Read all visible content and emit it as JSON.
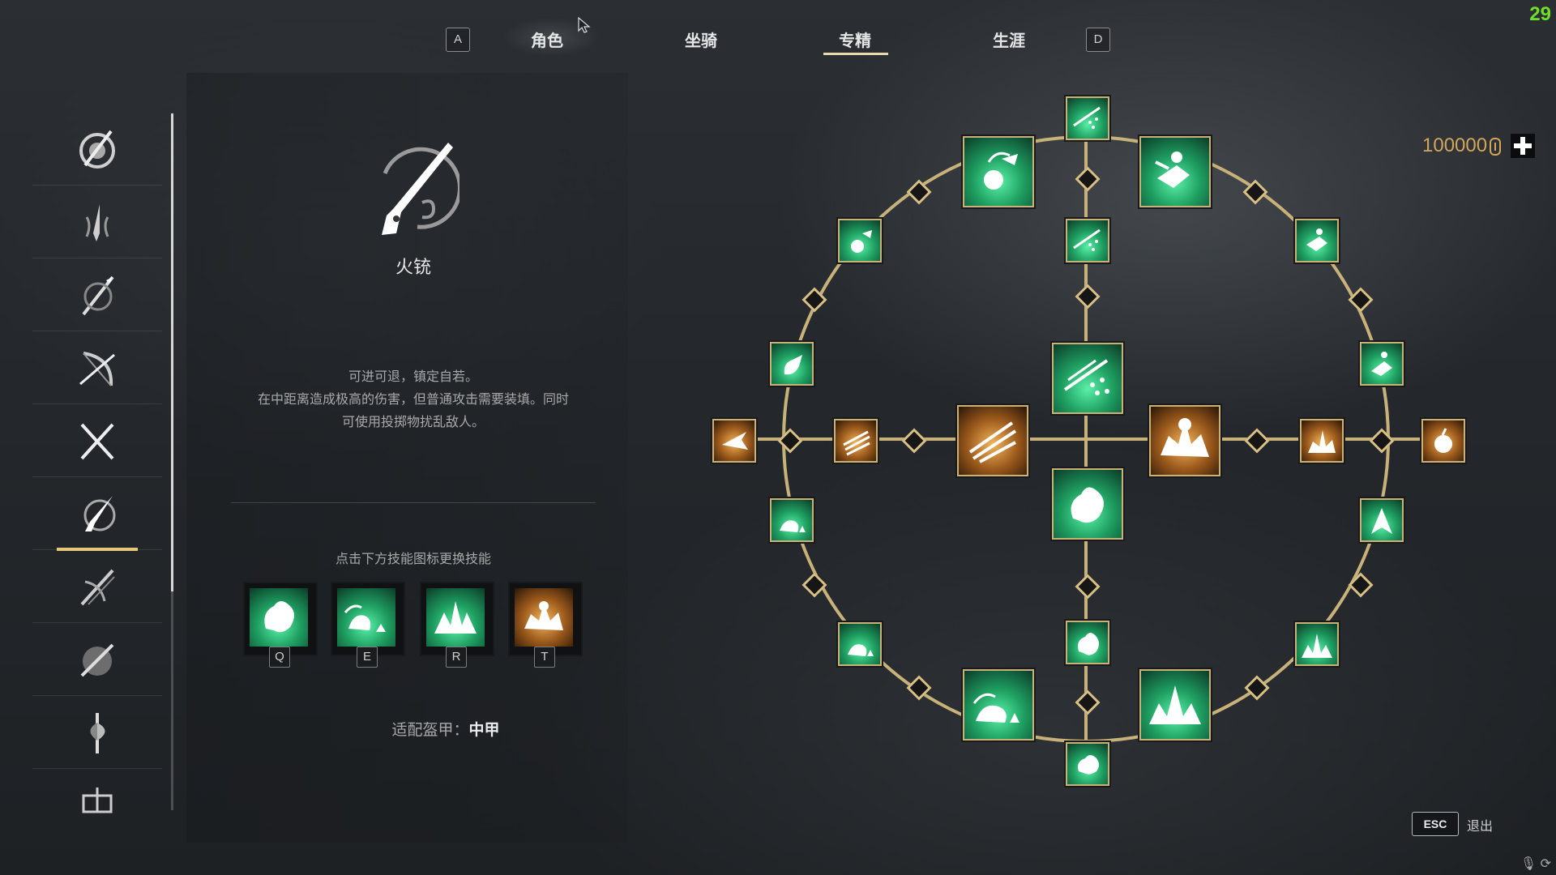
{
  "nav": {
    "key_left": "A",
    "key_right": "D",
    "tabs": [
      {
        "label": "角色"
      },
      {
        "label": "坐骑"
      },
      {
        "label": "专精"
      },
      {
        "label": "生涯"
      }
    ],
    "active_tab": "专精"
  },
  "fps": "29",
  "sidebar": {
    "weapons": [
      {
        "icon": "shield-spear-icon"
      },
      {
        "icon": "dual-dagger-icon"
      },
      {
        "icon": "spear-icon"
      },
      {
        "icon": "bow-icon"
      },
      {
        "icon": "crossed-swords-icon"
      },
      {
        "icon": "musket-icon",
        "active": true
      },
      {
        "icon": "crossbow-icon"
      },
      {
        "icon": "blade-shield-icon"
      },
      {
        "icon": "halberd-icon"
      },
      {
        "icon": "hammer-icon"
      }
    ]
  },
  "weapon": {
    "name": "火铳",
    "description": [
      "可进可退，镇定自若。",
      "在中距离造成极高的伤害，但普通攻击需要装填。同时",
      "可使用投掷物扰乱敌人。"
    ],
    "hint": "点击下方技能图标更换技能",
    "skill_keys": [
      "Q",
      "E",
      "R",
      "T"
    ],
    "armor_label": "适配盔甲：",
    "armor_value": "中甲"
  },
  "currency": {
    "amount": "100000",
    "coin_icon": "coin-icon",
    "plus_icon": "plus-icon"
  },
  "exit": {
    "key": "ESC",
    "label": "退出"
  },
  "colors": {
    "accent_gold": "#d3a659",
    "frame_gold": "#c9b27a",
    "skill_green": "#1fa062",
    "skill_orange": "#9c5a1c",
    "fps_green": "#6fe02a"
  }
}
